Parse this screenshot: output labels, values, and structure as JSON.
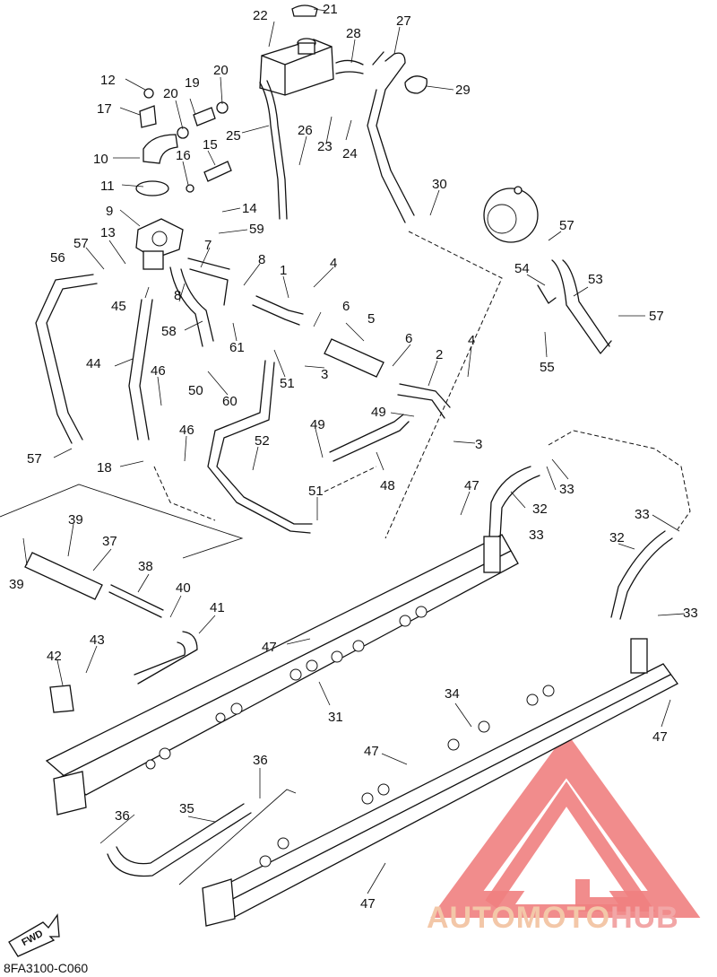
{
  "diagram": {
    "drawing_code": "8FA3100-C060",
    "fwd_label": "FWD",
    "watermark": {
      "part1": "AUTOMOTO",
      "part2": "HUB",
      "color_a": "#f3c7a8",
      "color_b": "#f2a6a6",
      "logo_color": "#f07f7f"
    },
    "part_numbers": [
      "1",
      "2",
      "3",
      "4",
      "5",
      "6",
      "7",
      "8",
      "9",
      "10",
      "11",
      "12",
      "13",
      "14",
      "15",
      "16",
      "17",
      "18",
      "19",
      "20",
      "21",
      "22",
      "23",
      "24",
      "25",
      "26",
      "27",
      "28",
      "29",
      "30",
      "31",
      "32",
      "33",
      "34",
      "35",
      "36",
      "37",
      "38",
      "39",
      "40",
      "41",
      "42",
      "43",
      "44",
      "45",
      "46",
      "47",
      "48",
      "49",
      "50",
      "51",
      "52",
      "53",
      "54",
      "55",
      "56",
      "57",
      "58",
      "59",
      "60",
      "61"
    ]
  }
}
